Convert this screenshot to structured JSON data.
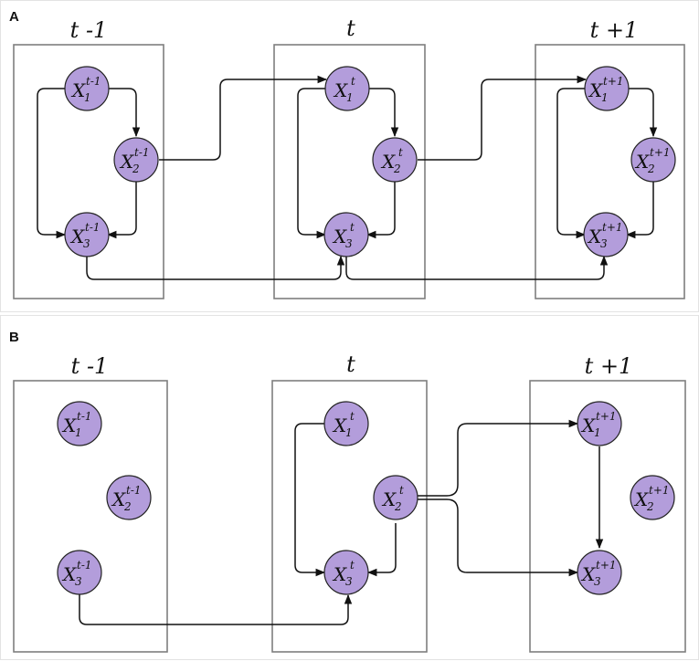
{
  "panels": [
    {
      "id": "A",
      "label": "A",
      "slices": [
        {
          "label": "t -1",
          "nodes": [
            {
              "base": "X",
              "sub": "1",
              "sup": "t-1"
            },
            {
              "base": "X",
              "sub": "2",
              "sup": "t-1"
            },
            {
              "base": "X",
              "sub": "3",
              "sup": "t-1"
            }
          ]
        },
        {
          "label": "t",
          "nodes": [
            {
              "base": "X",
              "sub": "1",
              "sup": "t"
            },
            {
              "base": "X",
              "sub": "2",
              "sup": "t"
            },
            {
              "base": "X",
              "sub": "3",
              "sup": "t"
            }
          ]
        },
        {
          "label": "t +1",
          "nodes": [
            {
              "base": "X",
              "sub": "1",
              "sup": "t+1"
            },
            {
              "base": "X",
              "sub": "2",
              "sup": "t+1"
            },
            {
              "base": "X",
              "sub": "3",
              "sup": "t+1"
            }
          ]
        }
      ]
    },
    {
      "id": "B",
      "label": "B",
      "slices": [
        {
          "label": "t -1",
          "nodes": [
            {
              "base": "X",
              "sub": "1",
              "sup": "t-1"
            },
            {
              "base": "X",
              "sub": "2",
              "sup": "t-1"
            },
            {
              "base": "X",
              "sub": "3",
              "sup": "t-1"
            }
          ]
        },
        {
          "label": "t",
          "nodes": [
            {
              "base": "X",
              "sub": "1",
              "sup": "t"
            },
            {
              "base": "X",
              "sub": "2",
              "sup": "t"
            },
            {
              "base": "X",
              "sub": "3",
              "sup": "t"
            }
          ]
        },
        {
          "label": "t +1",
          "nodes": [
            {
              "base": "X",
              "sub": "1",
              "sup": "t+1"
            },
            {
              "base": "X",
              "sub": "2",
              "sup": "t+1"
            },
            {
              "base": "X",
              "sub": "3",
              "sup": "t+1"
            }
          ]
        }
      ]
    }
  ],
  "colors": {
    "node_fill": "#b39ddb",
    "box_stroke": "#7f7f7f",
    "edge": "#111111"
  }
}
